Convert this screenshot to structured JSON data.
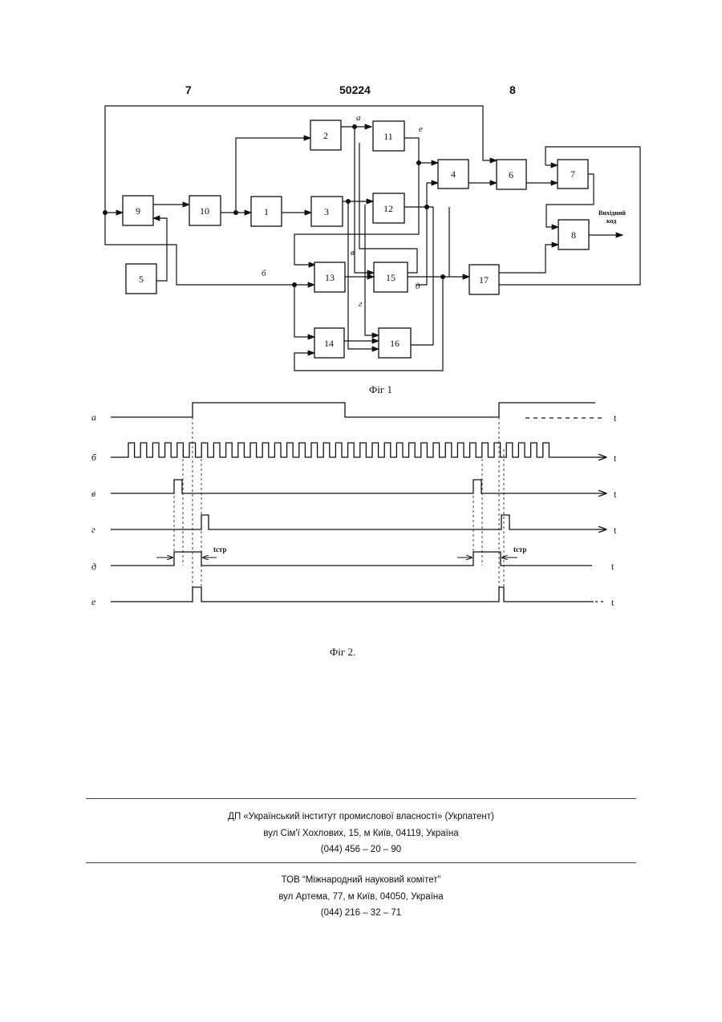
{
  "header": {
    "left_page": "7",
    "patent_number": "50224",
    "right_page": "8"
  },
  "figure1": {
    "caption": "Фіг 1",
    "blocks": [
      "1",
      "2",
      "3",
      "4",
      "5",
      "6",
      "7",
      "8",
      "9",
      "10",
      "11",
      "12",
      "13",
      "14",
      "15",
      "16",
      "17"
    ],
    "signals": {
      "a": "а",
      "b": "б",
      "v": "в",
      "g": "г",
      "d": "д",
      "e": "е"
    },
    "output_label_line1": "Вихідний",
    "output_label_line2": "код"
  },
  "figure2": {
    "caption": "Фіг 2.",
    "channels": [
      "а",
      "б",
      "в",
      "г",
      "д",
      "е"
    ],
    "time_label": "t",
    "interval_label": "tстр"
  },
  "footer": {
    "org1_name": "ДП «Український інститут промислової власності» (Укрпатент)",
    "org1_address": "вул  Сім'ї Хохлових, 15, м  Київ, 04119, Україна",
    "org1_phone": "(044) 456 – 20 –  90",
    "org2_name": "ТОВ “Міжнародний науковий комітет”",
    "org2_address": "вул  Артема, 77, м  Київ, 04050, Україна",
    "org2_phone": "(044) 216 – 32 – 71"
  }
}
